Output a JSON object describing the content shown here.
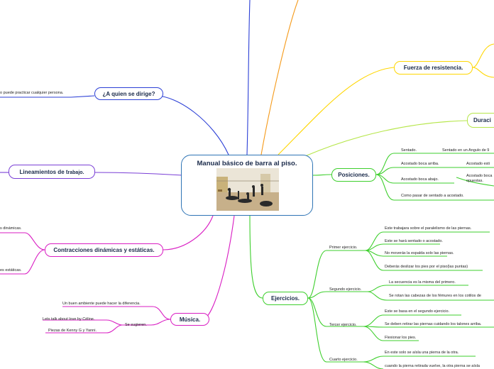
{
  "central": {
    "title": "Manual básico de barra al piso.",
    "image": "dance-class-photo"
  },
  "colors": {
    "blue": "#2b3fd6",
    "orange": "#f59a1a",
    "yellow": "#ffd600",
    "lime": "#b6e64a",
    "green": "#3ecf2d",
    "purple": "#7a3fd6",
    "magenta": "#d91ec3",
    "central_border": "#2e74b5"
  },
  "nodes": {
    "quien": {
      "label": "¿A quien se dirige?",
      "leaf": "o puede practicar cualquier persona."
    },
    "lineamientos": {
      "label_a": "Lineamientos de t",
      "label_b": "rabajo."
    },
    "contracciones": {
      "label": "Contracciones dinámicas y estáticas.",
      "leaf1": "s dinámicas.",
      "leaf2": "es estáticas."
    },
    "musica": {
      "label": "Música.",
      "leaf_ambiente": "Un buen ambiente puede hacer la diferencia.",
      "sugieren": "Se sugieren.",
      "song1_a": "Lets talk ab",
      "song1_b": "out love by Céline.",
      "song2_a": "Piezas de ",
      "song2_b": "Kenny G y Yanni."
    },
    "fuerza": {
      "label": "Fuerza de resistencia."
    },
    "duracion": {
      "label": "Duraci"
    },
    "posiciones": {
      "label": "Posiciones.",
      "sentado": "Sentado.",
      "sentado_sub": "Sentado en un Angulo de 9",
      "arriba": "Acostado boca arriba.",
      "arriba_sub": "Acostado esti",
      "abajo": "Acostado boca abajo.",
      "abajo_sub1": "Acostado boca",
      "abajo_sub2": "opuestas.",
      "pasar": "Como pasar de sentado a acostado."
    },
    "ejercicios": {
      "label": "Ejercicios.",
      "primero": "Primer ejercicio.",
      "p1": "Este trabajara sobre el paralelismo de las piernas.",
      "p2": "Este se hará sentado o acostado.",
      "p3": "No moverás la espalda solo las piernas.",
      "p4": "Deberás deslizar los pies por el piso(las puntas)",
      "segundo": "Segundo ejercicio.",
      "s1": "La secuencia es la misma del primero.",
      "s2": "Se rotan las cabezas de los fémures en los cotilos de",
      "tercero": "Tercer ejercicio.",
      "t1": "Este se basa en el segundo ejercicio.",
      "t2": "Se deben retirar las piernas cuidando los talones arriba.",
      "t3": "Flexionar los pies.",
      "cuarto": "Cuarto ejercicio.",
      "c1": "En este solo se aísla una pierna de la otra.",
      "c2": "cuando la pierna retirada vuelve, la otra pierna se aísla"
    }
  }
}
